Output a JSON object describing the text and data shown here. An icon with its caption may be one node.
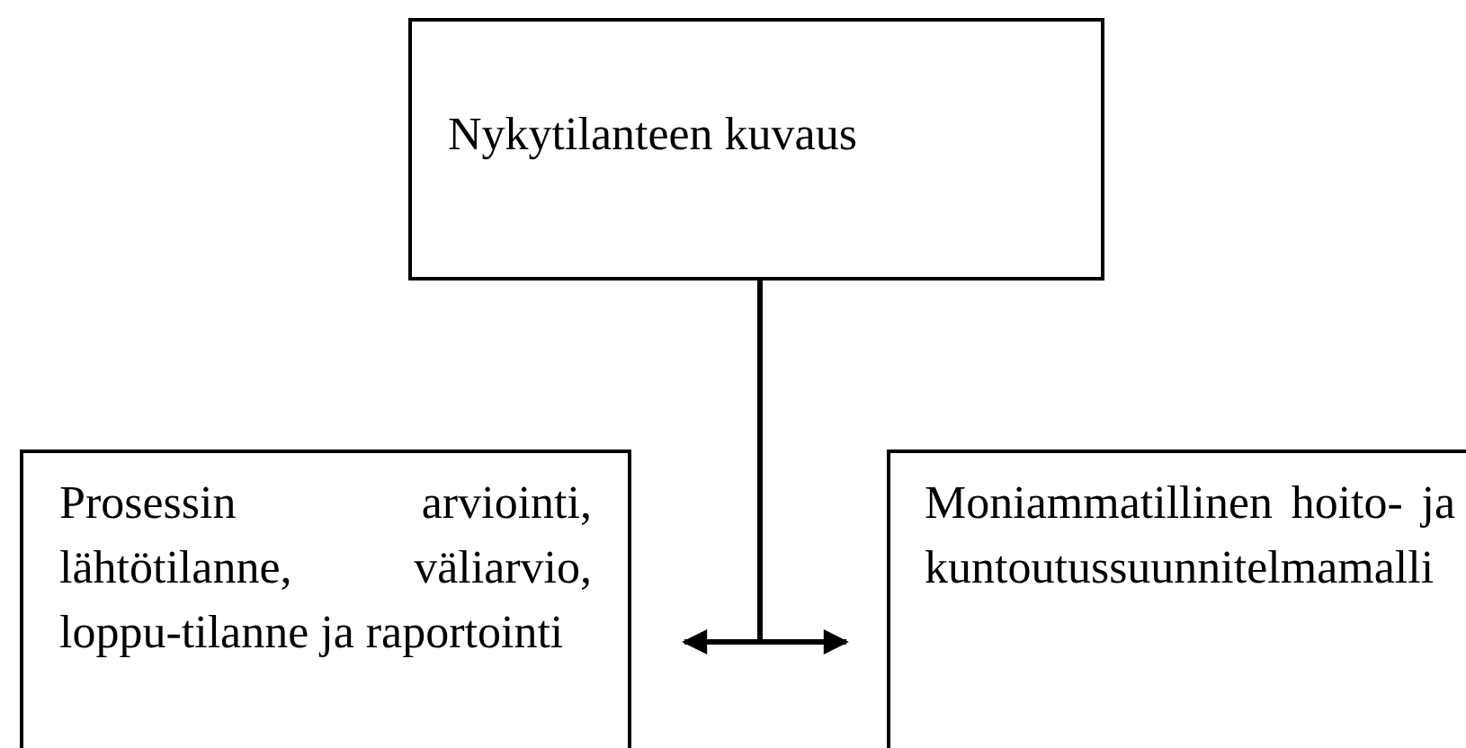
{
  "diagram": {
    "nodes": [
      {
        "text": [
          "Nykytilanteen kuvaus"
        ]
      },
      {
        "text": [
          "Prosessin arviointi, lähtötilanne, väliarvio, loppu-tilanne ja raportointi"
        ]
      },
      {
        "text": [
          "Moniammatillinen hoito- ja kuntoutussuunnitelmamalli"
        ]
      }
    ],
    "edges": [
      {
        "from": 0,
        "to": 1,
        "arrow": "to"
      },
      {
        "from": 0,
        "to": 2,
        "arrow": "to"
      }
    ]
  }
}
